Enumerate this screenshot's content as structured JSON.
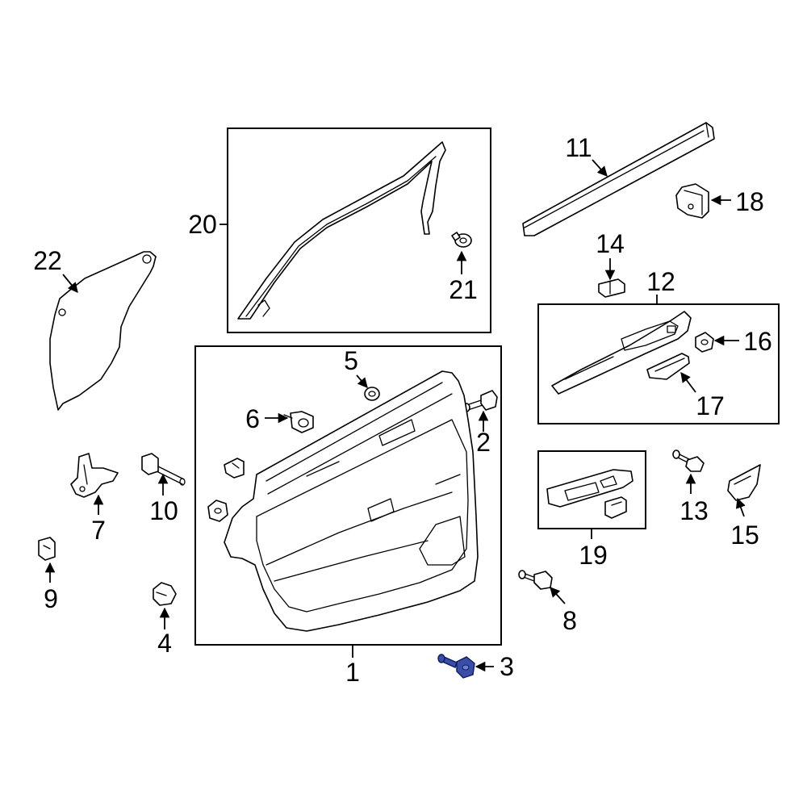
{
  "highlight_color": "#3a4ea8",
  "callouts": [
    {
      "id": "1",
      "label": "1"
    },
    {
      "id": "2",
      "label": "2"
    },
    {
      "id": "3",
      "label": "3",
      "highlighted": true
    },
    {
      "id": "4",
      "label": "4"
    },
    {
      "id": "5",
      "label": "5"
    },
    {
      "id": "6",
      "label": "6"
    },
    {
      "id": "7",
      "label": "7"
    },
    {
      "id": "8",
      "label": "8"
    },
    {
      "id": "9",
      "label": "9"
    },
    {
      "id": "10",
      "label": "10"
    },
    {
      "id": "11",
      "label": "11"
    },
    {
      "id": "12",
      "label": "12"
    },
    {
      "id": "13",
      "label": "13"
    },
    {
      "id": "14",
      "label": "14"
    },
    {
      "id": "15",
      "label": "15"
    },
    {
      "id": "16",
      "label": "16"
    },
    {
      "id": "17",
      "label": "17"
    },
    {
      "id": "18",
      "label": "18"
    },
    {
      "id": "19",
      "label": "19"
    },
    {
      "id": "20",
      "label": "20"
    },
    {
      "id": "21",
      "label": "21"
    },
    {
      "id": "22",
      "label": "22"
    }
  ]
}
